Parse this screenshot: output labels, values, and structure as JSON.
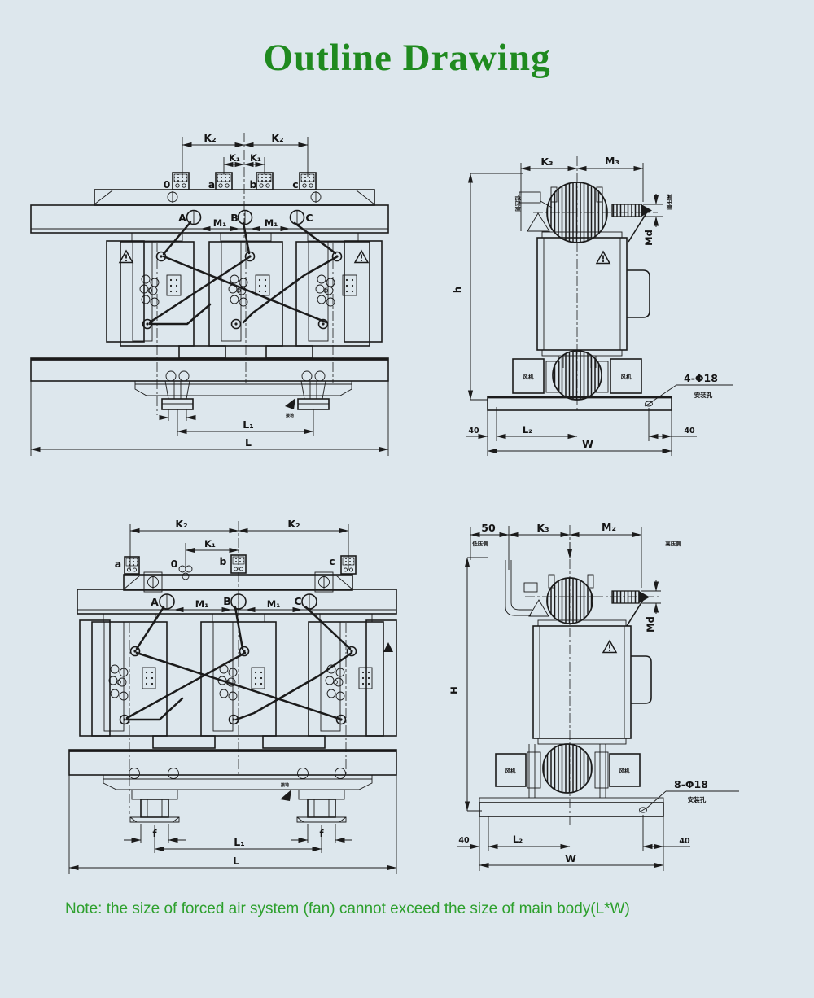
{
  "page": {
    "title": "Outline Drawing",
    "note": "Note: the size of forced air system (fan) cannot exceed the size of main body(L*W)"
  },
  "colors": {
    "background": "#dde7ed",
    "line": "#1b1b1b",
    "title_green": "#1f8a1f",
    "note_green": "#2da02d"
  },
  "front_view_top": {
    "dim_k2_left": "K₂",
    "dim_k2_right": "K₂",
    "dim_k1_left": "K₁",
    "dim_k1_right": "K₁",
    "term_0": "0",
    "term_a": "a",
    "term_b": "b",
    "term_c": "c",
    "phase_a": "A",
    "phase_b": "B",
    "phase_c": "C",
    "dim_m1_left": "M₁",
    "dim_m1_right": "M₁",
    "dim_l1": "L₁",
    "dim_l": "L",
    "ground": "接地"
  },
  "side_view_top": {
    "dim_k3": "K₃",
    "dim_m3": "M₃",
    "dim_md": "Md",
    "dim_h": "h",
    "lv_side": "低压侧",
    "hv_side": "高压侧",
    "fan_left": "风机",
    "fan_right": "风机",
    "holes": "4-Φ18",
    "holes_note": "安装孔",
    "dim_40_left": "40",
    "dim_l2": "L₂",
    "dim_40_right": "40",
    "dim_w": "W"
  },
  "front_view_bottom": {
    "dim_k2_left": "K₂",
    "dim_k2_right": "K₂",
    "dim_k1": "K₁",
    "term_a": "a",
    "term_0": "0",
    "term_b": "b",
    "term_c": "c",
    "phase_a": "A",
    "phase_b": "B",
    "phase_c": "C",
    "dim_m1_left": "M₁",
    "dim_m1_right": "M₁",
    "dim_f_left": "f",
    "dim_f_right": "f",
    "dim_l1": "L₁",
    "dim_l": "L",
    "ground": "接地"
  },
  "side_view_bottom": {
    "dim_50": "50",
    "dim_k3": "K₃",
    "dim_m2": "M₂",
    "dim_md": "Md",
    "dim_h": "H",
    "lv_side": "低压侧",
    "hv_side": "高压侧",
    "fan_left": "风机",
    "fan_right": "风机",
    "holes": "8-Φ18",
    "holes_note": "安装孔",
    "dim_40_left": "40",
    "dim_l2": "L₂",
    "dim_40_right": "40",
    "dim_w": "W"
  }
}
